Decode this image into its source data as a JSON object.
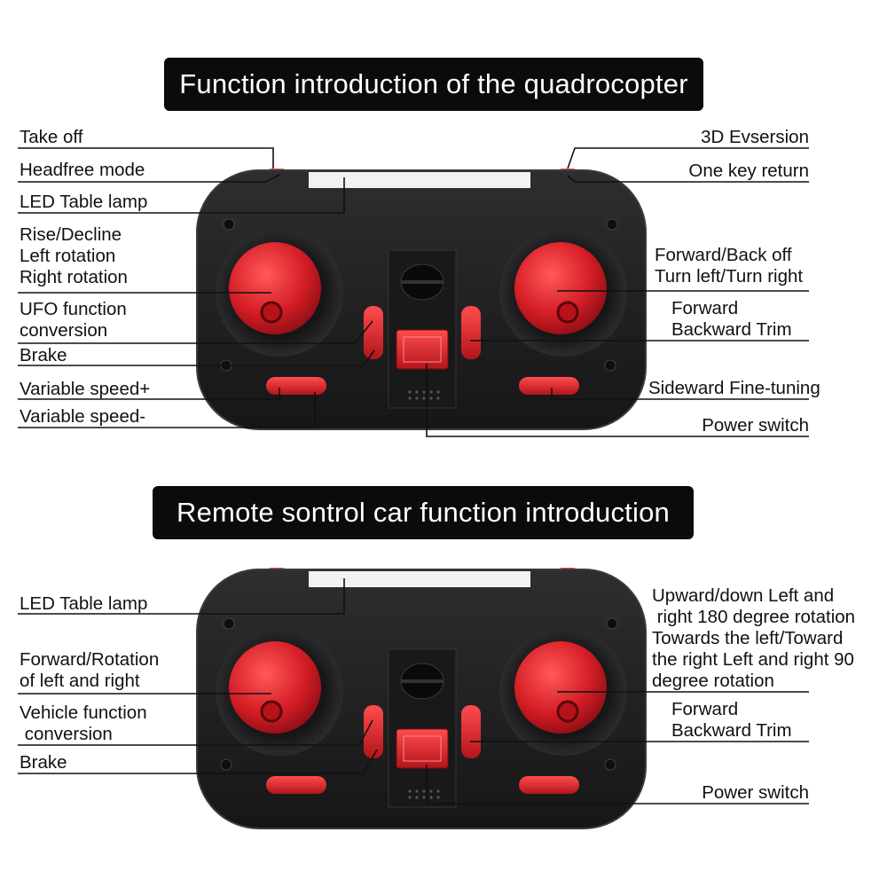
{
  "section1": {
    "title": "Function introduction of the quadrocopter",
    "labels": {
      "take_off": "Take off",
      "headfree": "Headfree mode",
      "led": "LED Table lamp",
      "rise": "Rise/Decline\nLeft rotation\nRight rotation",
      "ufo": "UFO function\nconversion",
      "brake": "Brake",
      "speed_plus": "Variable speed+",
      "speed_minus": "Variable speed-",
      "evsersion": "3D Evsersion",
      "return": "One key return",
      "forward_back": "Forward/Back off\nTurn left/Turn right",
      "trim": "Forward\nBackward Trim",
      "sideward": "Sideward Fine-tuning",
      "power": "Power switch"
    }
  },
  "section2": {
    "title": "Remote sontrol car function introduction",
    "labels": {
      "led": "LED Table lamp",
      "forward_rot": "Forward/Rotation\nof left and right",
      "vehicle": "Vehicle function\n conversion",
      "brake": "Brake",
      "upward": "Upward/down Left and\n right 180 degree rotation\nTowards the left/Toward\nthe right Left and right 90\ndegree rotation",
      "trim": "Forward\nBackward Trim",
      "power": "Power switch"
    }
  },
  "colors": {
    "body": "#1f1f21",
    "body_edge": "#3a3a3c",
    "accent_red": "#d61e26",
    "banner": "#0b0b0b",
    "line": "#111111"
  }
}
